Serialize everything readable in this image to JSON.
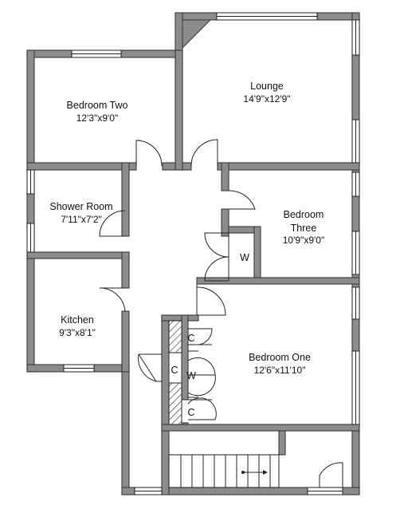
{
  "rooms": {
    "bedroom_two": {
      "name": "Bedroom Two",
      "size": "12'3\"x9'0\""
    },
    "lounge": {
      "name": "Lounge",
      "size": "14'9\"x12'9\""
    },
    "shower_room": {
      "name": "Shower Room",
      "size": "7'11\"x7'2\""
    },
    "bedroom_three": {
      "name": "Bedroom",
      "name2": "Three",
      "size": "10'9\"x9'0\""
    },
    "kitchen": {
      "name": "Kitchen",
      "size": "9'3\"x8'1\""
    },
    "bedroom_one": {
      "name": "Bedroom One",
      "size": "12'6\"x11'10\""
    }
  },
  "storage": {
    "wardrobe_bed3": "W",
    "cupboard_top": "C",
    "cupboard_mid": "C",
    "wardrobe_mid": "W",
    "cupboard_low": "C"
  },
  "colors": {
    "wall": "#8c8c8c",
    "line": "#222222",
    "background": "#ffffff"
  }
}
